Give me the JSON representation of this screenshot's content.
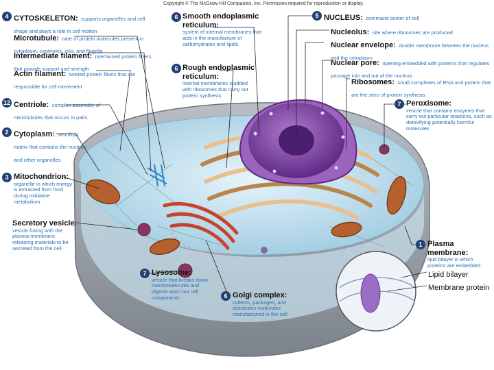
{
  "copyright": "Copyright © The McGraw-Hill Companies, Inc. Permission required for reproduction or display.",
  "labels": {
    "cytoskeleton": {
      "num": "4",
      "title": "CYTOSKELETON:",
      "desc": "supports organelles and cell shape and plays a role in cell motion"
    },
    "microtubule": {
      "title": "Microtubule:",
      "desc": "tube of protein molecules present in cytoplasm, centrioles, cilia, and flagella"
    },
    "intermediate_filament": {
      "title": "Intermediate filament:",
      "desc": "intertwined protein fibers that provide support and strength"
    },
    "actin_filament": {
      "title": "Actin filament:",
      "desc": "twisted protein fibers that are responsible for cell movement"
    },
    "centriole": {
      "num": "12",
      "title": "Centriole:",
      "desc": "complex assembly of microtubules that occurs in pairs"
    },
    "cytoplasm": {
      "num": "2",
      "title": "Cytoplasm:",
      "desc": "semifluid matrix that contains the nucleus and other organelles"
    },
    "mitochondrion": {
      "num": "3",
      "title": "Mitochondrion:",
      "desc": "organelle in which energy is extracted from food during oxidative metabolism"
    },
    "secretory_vesicle": {
      "title": "Secretory vesicle:",
      "desc": "vesicle fusing with the plasma membrane, releasing materials to be secreted from the cell"
    },
    "smooth_er": {
      "num": "6",
      "title": "Smooth endoplasmic reticulum:",
      "desc": "system of internal membranes that aids in the manufacture of carbohydrates and lipids"
    },
    "rough_er": {
      "num": "6",
      "title": "Rough endoplasmic reticulum:",
      "desc": "internal membranes studded with ribosomes that carry out protein synthesis"
    },
    "nucleus": {
      "num": "5",
      "title": "NUCLEUS:",
      "desc": "command center of cell"
    },
    "nucleolus": {
      "title": "Nucleolus:",
      "desc": "site where ribosomes are produced"
    },
    "nuclear_envelope": {
      "title": "Nuclear envelope:",
      "desc": "double membrane between the nucleus and the cytoplasm"
    },
    "nuclear_pore": {
      "title": "Nuclear pore:",
      "desc": "opening embedded with proteins that regulates passage into and out of the nucleus"
    },
    "ribosomes": {
      "title": "Ribosomes:",
      "desc": "small complexes of RNA and protein that are the sites of protein synthesis"
    },
    "peroxisome": {
      "num": "7",
      "title": "Peroxisome:",
      "desc": "vesicle that contains enzymes that carry out particular reactions, such as detoxifying potentially harmful molecules"
    },
    "plasma_membrane": {
      "num": "1",
      "title": "Plasma membrane:",
      "desc": "lipid bilayer in which proteins are embedded"
    },
    "lipid_bilayer": {
      "title": "Lipid bilayer"
    },
    "membrane_protein": {
      "title": "Membrane protein"
    },
    "lysosome": {
      "num": "7",
      "title": "Lysosome:",
      "desc": "vesicle that breaks down macromolecules and digests worn out cell components"
    },
    "golgi": {
      "num": "6",
      "title": "Golgi complex:",
      "desc": "collects, packages, and distributes molecules manufactured in the cell"
    }
  },
  "colors": {
    "number_badge": "#233f73",
    "description_text": "#2a6fb5",
    "cytoplasm": "#cfe7f3",
    "cell_base": "#9aa0a8",
    "nucleus": "#7a3fa0",
    "er": "#e3b27a",
    "mitochondrion": "#b5602e"
  }
}
